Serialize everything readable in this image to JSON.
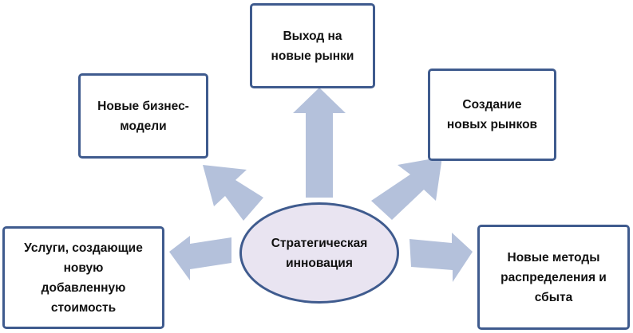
{
  "colors": {
    "box_border": "#3f5b8e",
    "arrow_fill": "#b4c1db",
    "center_fill": "#e9e4f1"
  },
  "center": {
    "lines": [
      "Стратегическая",
      "инновация"
    ]
  },
  "nodes": [
    {
      "lines": [
        "Выход на",
        "новые рынки"
      ]
    },
    {
      "lines": [
        "Новые бизнес-",
        "модели"
      ]
    },
    {
      "lines": [
        "Создание",
        "новых рынков"
      ]
    },
    {
      "lines": [
        "Услуги, создающие",
        "новую",
        "добавленную",
        "стоимость"
      ]
    },
    {
      "lines": [
        "Новые методы",
        "распределения и",
        "сбыта"
      ]
    }
  ]
}
